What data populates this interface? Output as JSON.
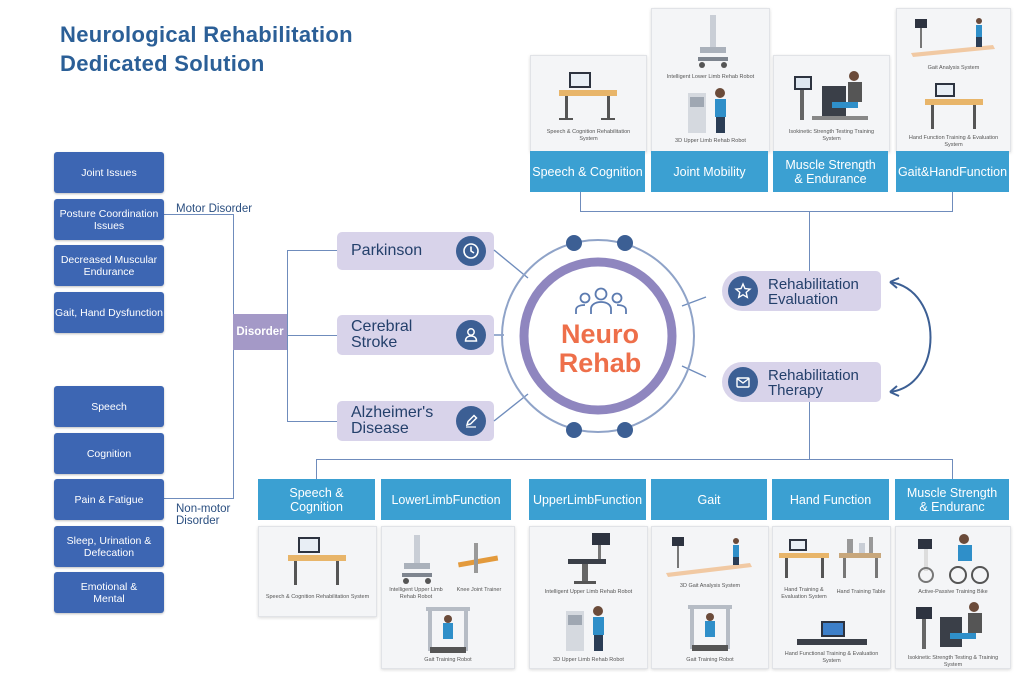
{
  "title": {
    "line1": "Neurological Rehabilitation",
    "line2": "Dedicated Solution"
  },
  "motor_label": "Motor Disorder",
  "nonmotor_label": {
    "line1": "Non-motor",
    "line2": "Disorder"
  },
  "disorder_label": "Disorder",
  "symptoms": [
    "Joint Issues",
    "Posture Coordination Issues",
    "Decreased Muscular Endurance",
    "Gait, Hand Dysfunction",
    "Speech",
    "Cognition",
    "Pain & Fatigue",
    "Sleep, Urination & Defecation",
    "Emotional & Mental"
  ],
  "diseases": [
    {
      "line1": "Parkinson",
      "line2": "",
      "icon": "clock-icon"
    },
    {
      "line1": "Cerebral",
      "line2": "Stroke",
      "icon": "person-icon"
    },
    {
      "line1": "Alzheimer's",
      "line2": "Disease",
      "icon": "pencil-icon"
    }
  ],
  "center": {
    "line1": "Neuro",
    "line2": "Rehab",
    "icon": "group-icon"
  },
  "right_nodes": [
    {
      "line1": "Rehabilitation",
      "line2": "Evaluation",
      "icon": "star-icon"
    },
    {
      "line1": "Rehabilitation",
      "line2": "Therapy",
      "icon": "envelope-icon"
    }
  ],
  "evaluation_categories": [
    "Speech & Cognition",
    "Joint Mobility",
    "Muscle Strength & Endurance",
    "Gait&HandFunction"
  ],
  "evaluation_captions": {
    "speech": "Speech & Cognition Rehabilitation System",
    "joint_top": "Intelligent Lower Limb Rehab Robot",
    "joint_bottom": "3D Upper Limb Rehab Robot",
    "muscle": "Isokinetic Strength Testing Training System",
    "gait_top": "Gait Analysis System",
    "gait_bottom": "Hand Function Training & Evaluation System"
  },
  "therapy_categories": [
    "Speech & Cognition",
    "LowerLimbFunction",
    "UpperLimbFunction",
    "Gait",
    "Hand Function",
    "Muscle Strength & Enduranc"
  ],
  "therapy_captions": {
    "speech": "Speech & Cognition Rehabilitation System",
    "lower_a": "Intelligent Upper Limb Rehab Robot",
    "lower_b": "Knee Joint Trainer",
    "lower_c": "Gait Training Robot",
    "upper_a": "Intelligent Upper Limb Rehab Robot",
    "upper_b": "3D Upper Limb Rehab Robot",
    "gait_a": "3D Gait Analysis System",
    "gait_b": "Gait Training Robot",
    "hand_a": "Hand Training & Evaluation System",
    "hand_b": "Hand Training Table",
    "hand_c": "Hand Functional Training & Evaluation System",
    "muscle_a": "Active-Passive Training Bike",
    "muscle_b": "Isokinetic Strength Testing & Training System"
  },
  "colors": {
    "title": "#2b5f97",
    "symptom_box": "#3d66b3",
    "category_box": "#3ba0d2",
    "disease_pill": "#d8d3ea",
    "center_text": "#ee6f4a",
    "ring": "#8f86bf"
  }
}
